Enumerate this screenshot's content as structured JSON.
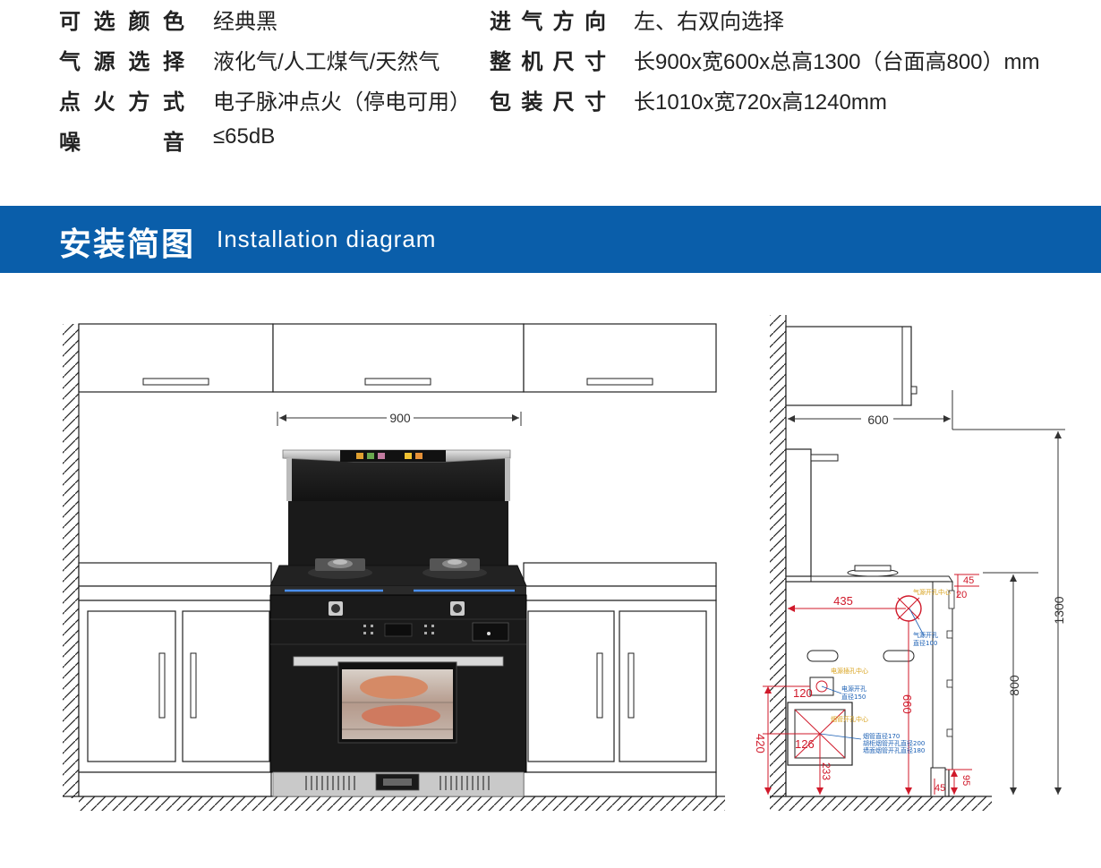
{
  "specs": [
    {
      "label": [
        "可",
        "选",
        "颜",
        "色"
      ],
      "value": "经典黑"
    },
    {
      "label": [
        "气",
        "源",
        "选",
        "择"
      ],
      "value": "液化气/人工煤气/天然气"
    },
    {
      "label": [
        "点",
        "火",
        "方",
        "式"
      ],
      "value": "电子脉冲点火（停电可用）"
    },
    {
      "label": [
        "噪",
        "音"
      ],
      "value": "≤65dB"
    },
    {
      "label": [
        "进",
        "气",
        "方",
        "向"
      ],
      "value": "左、右双向选择"
    },
    {
      "label": [
        "整",
        "机",
        "尺",
        "寸"
      ],
      "value": "长900x宽600x总高1300（台面高800）mm"
    },
    {
      "label": [
        "包",
        "装",
        "尺",
        "寸"
      ],
      "value": "长1010x宽720x高1240mm"
    }
  ],
  "banner": {
    "title": "安装简图",
    "subtitle": "Installation diagram",
    "color": "#0a5eaa"
  },
  "front_view": {
    "width_label": "900",
    "display_panel": "",
    "colors": {
      "appliance": "#1a1a1a",
      "glow": "#4a8ff0",
      "steel": "#b8b8b8"
    }
  },
  "side_view": {
    "depth_label": "600",
    "total_height_label": "1300",
    "counter_height_label": "800",
    "offset_435": "435",
    "offset_45_top": "45",
    "offset_20": "20",
    "height_660": "660",
    "offset_120": "120",
    "offset_126": "126",
    "height_420": "420",
    "height_233": "233",
    "offset_45_bottom": "45",
    "height_95": "95",
    "gas_center": "气源开孔中心",
    "gas_hole": "气源开孔",
    "gas_diameter": "直径100",
    "power_center": "电源插孔中心",
    "power_hole": "电源开孔",
    "power_diameter": "直径150",
    "flue_center": "烟管开孔中心",
    "flue_1": "烟管直径170",
    "flue_2": "胡柜烟管开孔直径200",
    "flue_3": "墙面烟管开孔直径180"
  }
}
